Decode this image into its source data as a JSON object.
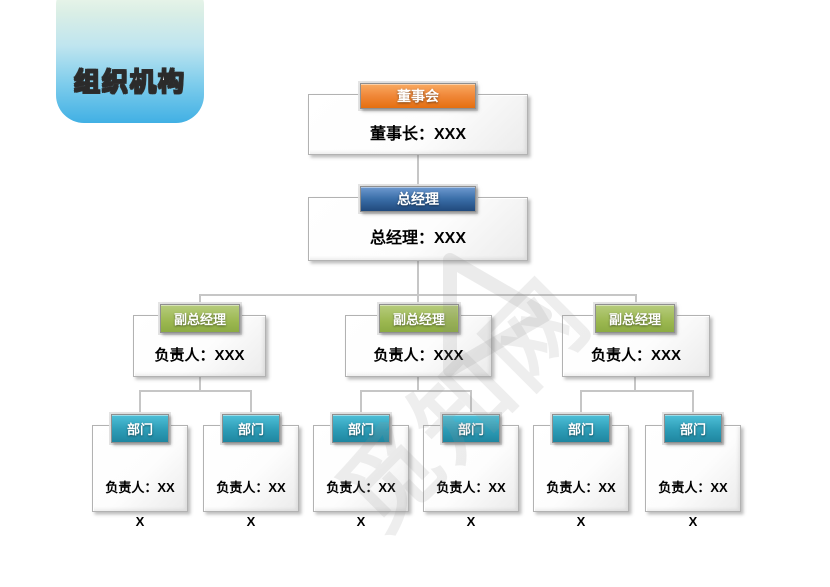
{
  "badge": {
    "label": "组织机构"
  },
  "watermark": {
    "text": "觅知网"
  },
  "colors": {
    "accent_orange": "#ed7d31",
    "accent_blue": "#2f5e94",
    "accent_green": "#9bbb59",
    "accent_teal": "#2e9ab5",
    "connector": "#c6c6c6",
    "badge_gradient_top": "#eef7e9",
    "badge_gradient_bottom": "#41b0e4"
  },
  "org_chart": {
    "root": {
      "title": "董事会",
      "detail": "董事长：XXX"
    },
    "general_manager": {
      "title": "总经理",
      "detail": "总经理：XXX"
    },
    "deputies": [
      {
        "title": "副总经理",
        "detail": "负责人：XXX"
      },
      {
        "title": "副总经理",
        "detail": "负责人：XXX"
      },
      {
        "title": "副总经理",
        "detail": "负责人：XXX"
      }
    ],
    "departments": [
      {
        "title": "部门",
        "detail": "负责人：XX",
        "detail_overflow": "X"
      },
      {
        "title": "部门",
        "detail": "负责人：XX",
        "detail_overflow": "X"
      },
      {
        "title": "部门",
        "detail": "负责人：XX",
        "detail_overflow": "X"
      },
      {
        "title": "部门",
        "detail": "负责人：XX",
        "detail_overflow": "X"
      },
      {
        "title": "部门",
        "detail": "负责人：XX",
        "detail_overflow": "X"
      },
      {
        "title": "部门",
        "detail": "负责人：XX",
        "detail_overflow": "X"
      }
    ]
  }
}
